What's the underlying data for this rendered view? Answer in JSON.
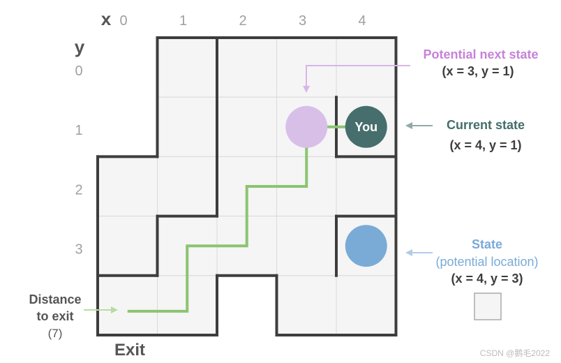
{
  "axes": {
    "x_label": "x",
    "y_label": "y",
    "x_ticks": [
      "0",
      "1",
      "2",
      "3",
      "4"
    ],
    "y_ticks": [
      "0",
      "1",
      "2",
      "3"
    ]
  },
  "grid": {
    "columns": 5,
    "rows": 5,
    "cells": [
      [
        1,
        0
      ],
      [
        2,
        0
      ],
      [
        3,
        0
      ],
      [
        4,
        0
      ],
      [
        1,
        1
      ],
      [
        2,
        1
      ],
      [
        3,
        1
      ],
      [
        4,
        1
      ],
      [
        0,
        2
      ],
      [
        1,
        2
      ],
      [
        2,
        2
      ],
      [
        3,
        2
      ],
      [
        4,
        2
      ],
      [
        0,
        3
      ],
      [
        1,
        3
      ],
      [
        2,
        3
      ],
      [
        3,
        3
      ],
      [
        4,
        3
      ],
      [
        0,
        4
      ],
      [
        1,
        4
      ],
      [
        3,
        4
      ],
      [
        4,
        4
      ]
    ],
    "walls": [
      [
        [
          1,
          0
        ],
        [
          5,
          0
        ]
      ],
      [
        [
          5,
          0
        ],
        [
          5,
          1
        ]
      ],
      [
        [
          5,
          1
        ],
        [
          5,
          2
        ]
      ],
      [
        [
          5,
          2
        ],
        [
          4,
          2
        ]
      ],
      [
        [
          5,
          2
        ],
        [
          5,
          5
        ]
      ],
      [
        [
          5,
          5
        ],
        [
          3,
          5
        ]
      ],
      [
        [
          3,
          5
        ],
        [
          3,
          4
        ]
      ],
      [
        [
          3,
          4
        ],
        [
          2,
          4
        ]
      ],
      [
        [
          2,
          4
        ],
        [
          2,
          5
        ]
      ],
      [
        [
          2,
          5
        ],
        [
          0,
          5
        ]
      ],
      [
        [
          0,
          5
        ],
        [
          0,
          2
        ]
      ],
      [
        [
          0,
          2
        ],
        [
          1,
          2
        ]
      ],
      [
        [
          1,
          2
        ],
        [
          1,
          0
        ]
      ],
      [
        [
          2,
          0
        ],
        [
          2,
          2
        ]
      ],
      [
        [
          4,
          1
        ],
        [
          4,
          2
        ]
      ],
      [
        [
          2,
          2
        ],
        [
          2,
          3
        ]
      ],
      [
        [
          2,
          3
        ],
        [
          1,
          3
        ]
      ],
      [
        [
          1,
          3
        ],
        [
          1,
          4
        ]
      ],
      [
        [
          0,
          4
        ],
        [
          1,
          4
        ]
      ],
      [
        [
          4,
          3
        ],
        [
          5,
          3
        ]
      ],
      [
        [
          4,
          3
        ],
        [
          4,
          4
        ]
      ]
    ],
    "colors": {
      "cell_fill": "#f5f5f5",
      "grid_line": "#d9d9d9",
      "wall": "#3d3d3d"
    }
  },
  "path": {
    "points": [
      [
        0.5,
        4.6
      ],
      [
        1.5,
        4.6
      ],
      [
        1.5,
        3.5
      ],
      [
        2.5,
        3.5
      ],
      [
        2.5,
        2.5
      ],
      [
        3.5,
        2.5
      ],
      [
        3.5,
        1.5
      ],
      [
        4.5,
        1.5
      ]
    ],
    "color": "#8cc470"
  },
  "markers": {
    "current": {
      "label": "You",
      "cell": [
        4,
        1
      ],
      "color": "#456e6c",
      "text_color": "#ffffff"
    },
    "next": {
      "cell": [
        3,
        1
      ],
      "color": "#d8bfe8"
    },
    "state": {
      "cell": [
        4,
        3
      ],
      "color": "#7aabd7"
    }
  },
  "exit_label": "Exit",
  "annotations": {
    "potential_next": {
      "title": "Potential next state",
      "coords": "(x = 3, y = 1)",
      "color": "#c682d9"
    },
    "current_state": {
      "title": "Current state",
      "coords": "(x = 4, y = 1)",
      "color": "#446e6b"
    },
    "state": {
      "title": "State",
      "subtitle": "(potential location)",
      "coords": "(x = 4, y = 3)",
      "color": "#7aaad8"
    },
    "distance": {
      "line1": "Distance",
      "line2": "to exit",
      "value": "(7)",
      "color": "#b7dca0"
    }
  },
  "legend_swatch": {
    "fill": "#f5f5f5",
    "stroke": "#aaaaaa"
  },
  "watermark": "CSDN @鹅毛2022",
  "colors": {
    "tick_text": "#a0a0a0",
    "axis_text": "#555555",
    "dark_text": "#3d3d3d"
  }
}
